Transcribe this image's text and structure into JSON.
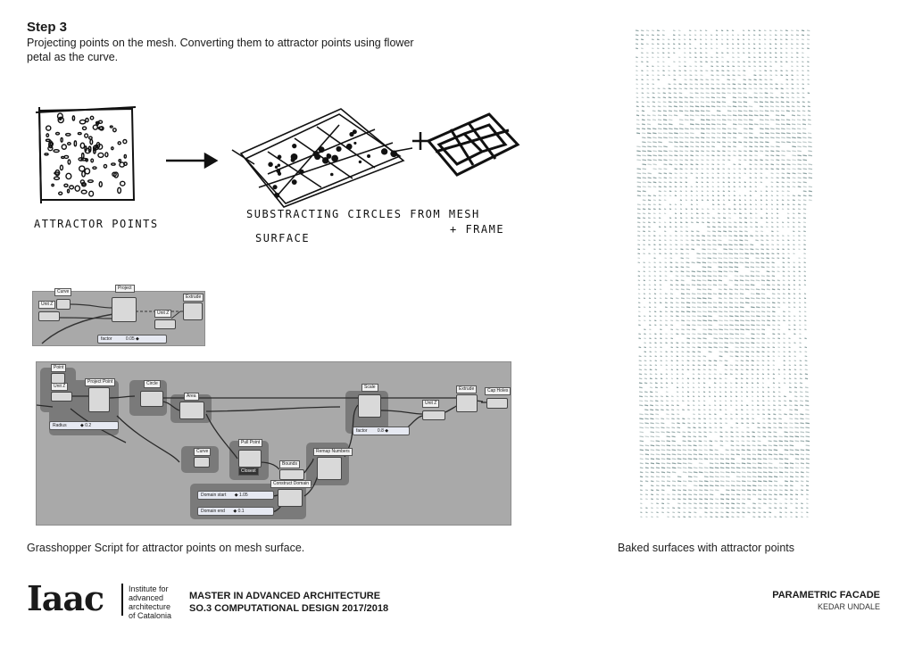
{
  "header": {
    "step": "Step 3",
    "description": "Projecting points on the mesh. Converting them to attractor points using flower petal as the curve."
  },
  "sketch_labels": {
    "attractor_points": "ATTRACTOR POINTS",
    "subtracting_line1": "SUBSTRACTING CIRCLES FROM MESH",
    "subtracting_line2": "SURFACE",
    "frame": "+ FRAME"
  },
  "grasshopper": {
    "top": {
      "curve": "Curve",
      "project": "Project",
      "extrude": "Extrude",
      "unit_z_a": "Unit Z",
      "unit_z_b": "Unit Z",
      "factor_label": "factor",
      "factor_value": "0.05 ◆"
    },
    "bottom": {
      "point": "Point",
      "unit_z": "Unit Z",
      "project_point": "Project Point",
      "circle": "Circle",
      "area": "Area",
      "radius_label": "Radius",
      "radius_value": "◆ 0.2",
      "scale": "Scale",
      "unit_z2": "Unit Z",
      "extrude": "Extrude",
      "cap_holes": "Cap Holes",
      "factor_label": "factor",
      "factor_value": "0.8 ◆",
      "curve": "Curve",
      "pull_point": "Pull Point",
      "closest": "Closest",
      "bounds": "Bounds",
      "remap_numbers": "Remap Numbers",
      "construct_domain": "Construct Domain",
      "domain_start_label": "Domain start",
      "domain_start_value": "◆ 1.05",
      "domain_end_label": "Domain end",
      "domain_end_value": "◆ 0.1"
    }
  },
  "captions": {
    "script": "Grasshopper Script for attractor points on mesh surface.",
    "baked": "Baked surfaces with attractor points"
  },
  "footer": {
    "logo": "Iaac",
    "institute": [
      "Institute for",
      "advanced",
      "architecture",
      "of Catalonia"
    ],
    "program_line1": "MASTER IN ADVANCED ARCHITECTURE",
    "program_line2": "SO.3 COMPUTATIONAL DESIGN 2017/2018",
    "project_title": "PARAMETRIC FACADE",
    "author": "KEDAR UNDALE"
  }
}
